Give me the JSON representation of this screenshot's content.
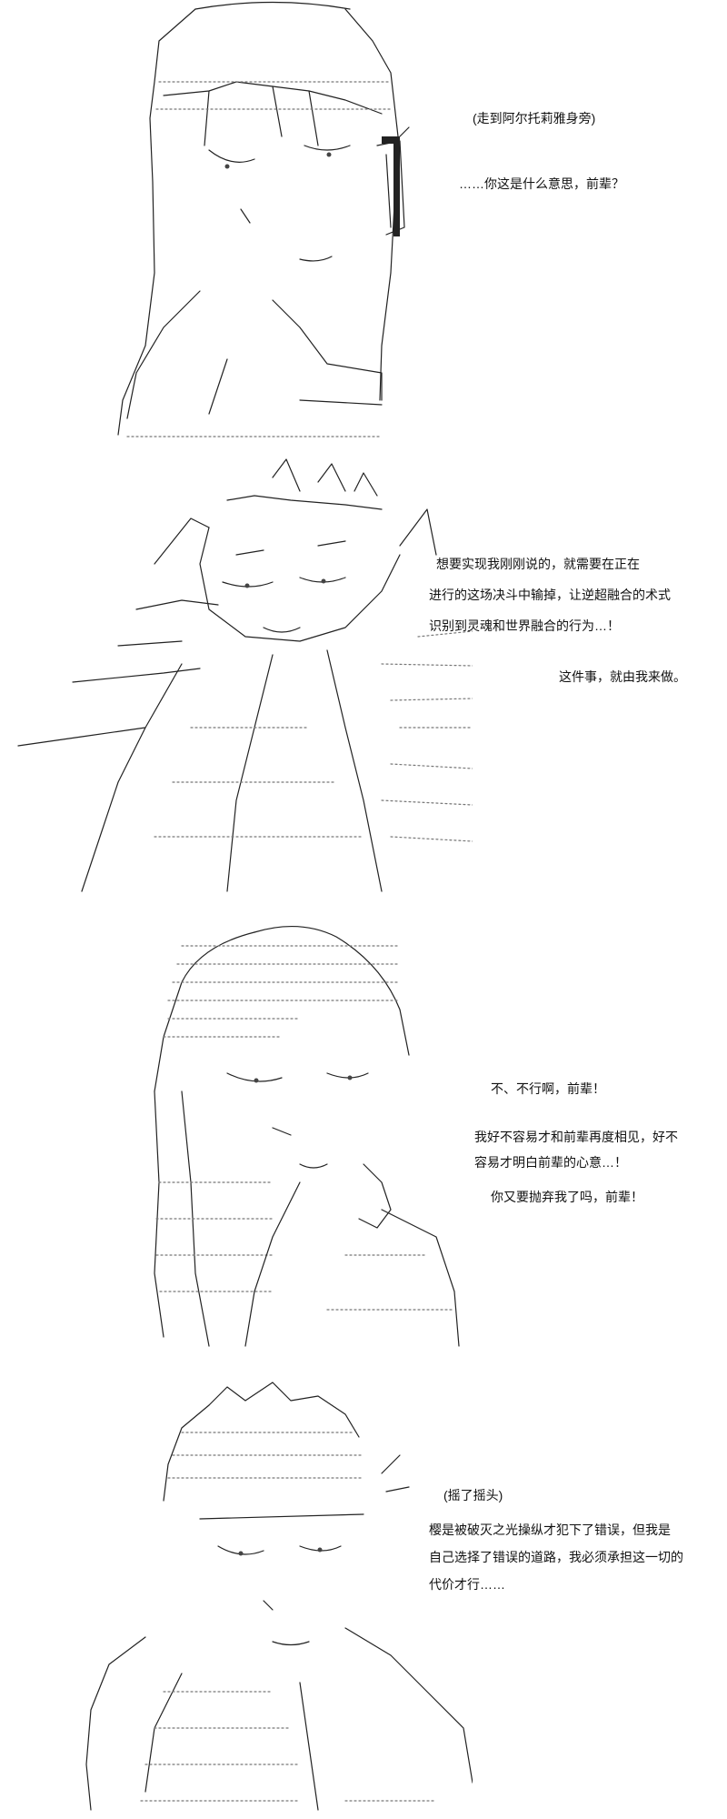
{
  "panels": [
    {
      "lines": [
        "(走到阿尔托莉雅身旁)",
        "……你这是什么意思，前辈？"
      ]
    },
    {
      "lines": [
        "想要实现我刚刚说的，就需要在正在",
        "进行的这场决斗中输掉，让逆超融合的术式",
        "识别到灵魂和世界融合的行为…！",
        "这件事，就由我来做。"
      ]
    },
    {
      "lines": [
        "不、不行啊，前辈！",
        "我好不容易才和前辈再度相见，好不",
        "容易才明白前辈的心意…！",
        "你又要抛弃我了吗，前辈！"
      ]
    },
    {
      "lines": [
        "(摇了摇头)",
        "樱是被破灭之光操纵才犯下了错误，但我是",
        "自己选择了错误的道路，我必须承担这一切的",
        "代价才行……"
      ]
    }
  ]
}
